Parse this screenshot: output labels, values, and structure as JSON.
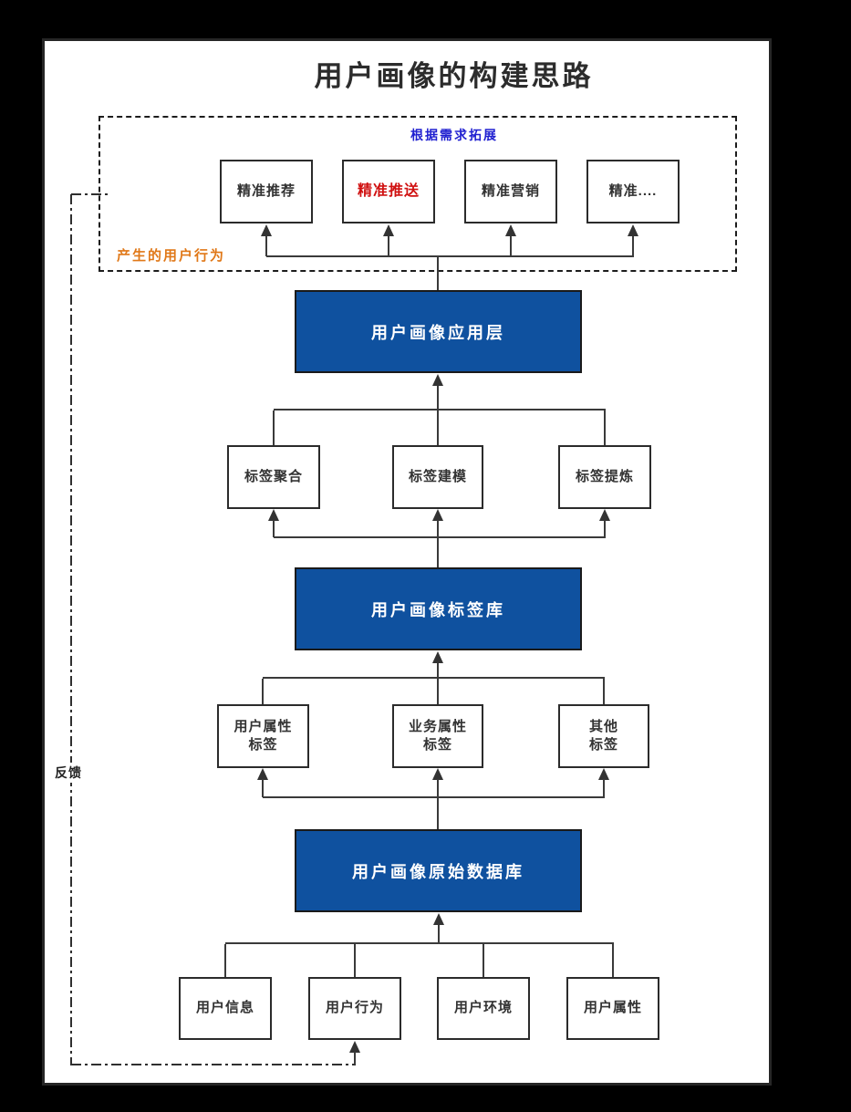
{
  "title": "用户画像的构建思路",
  "expansion": {
    "caption": "根据需求拓展",
    "behavior_label": "产生的用户行为",
    "boxes": [
      {
        "label": "精准推荐"
      },
      {
        "label": "精准推送"
      },
      {
        "label": "精准营销"
      },
      {
        "label": "精准...."
      }
    ]
  },
  "layers": {
    "application": "用户画像应用层",
    "tag_library": "用户画像标签库",
    "raw_database": "用户画像原始数据库"
  },
  "tag_process": [
    {
      "label": "标签聚合"
    },
    {
      "label": "标签建模"
    },
    {
      "label": "标签提炼"
    }
  ],
  "tag_types": [
    {
      "line1": "用户属性",
      "line2": "标签"
    },
    {
      "line1": "业务属性",
      "line2": "标签"
    },
    {
      "line1": "其他",
      "line2": "标签"
    }
  ],
  "data_sources": [
    {
      "label": "用户信息"
    },
    {
      "label": "用户行为"
    },
    {
      "label": "用户环境"
    },
    {
      "label": "用户属性"
    }
  ],
  "feedback_label": "反馈",
  "colors": {
    "layer_fill": "#0f519f",
    "caption_blue": "#1f1fd0",
    "highlight_red": "#d01111",
    "behavior_orange": "#e07818"
  }
}
